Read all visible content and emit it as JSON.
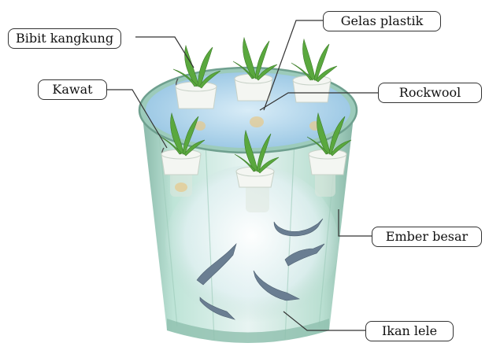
{
  "labels": {
    "bibit_kangkung": "Bibit kangkung",
    "gelas_plastik": "Gelas plastik",
    "kawat": "Kawat",
    "rockwool": "Rockwool",
    "ember_besar": "Ember besar",
    "ikan_lele": "Ikan lele"
  },
  "colors": {
    "bucket_rim": "#8fbfb0",
    "bucket_body": "#a8d8c8",
    "water": "#9cc9e6",
    "leaf": "#5aa83e",
    "fish": "#6a7e92",
    "cup": "#f4f6f2",
    "label_border": "#333333"
  }
}
